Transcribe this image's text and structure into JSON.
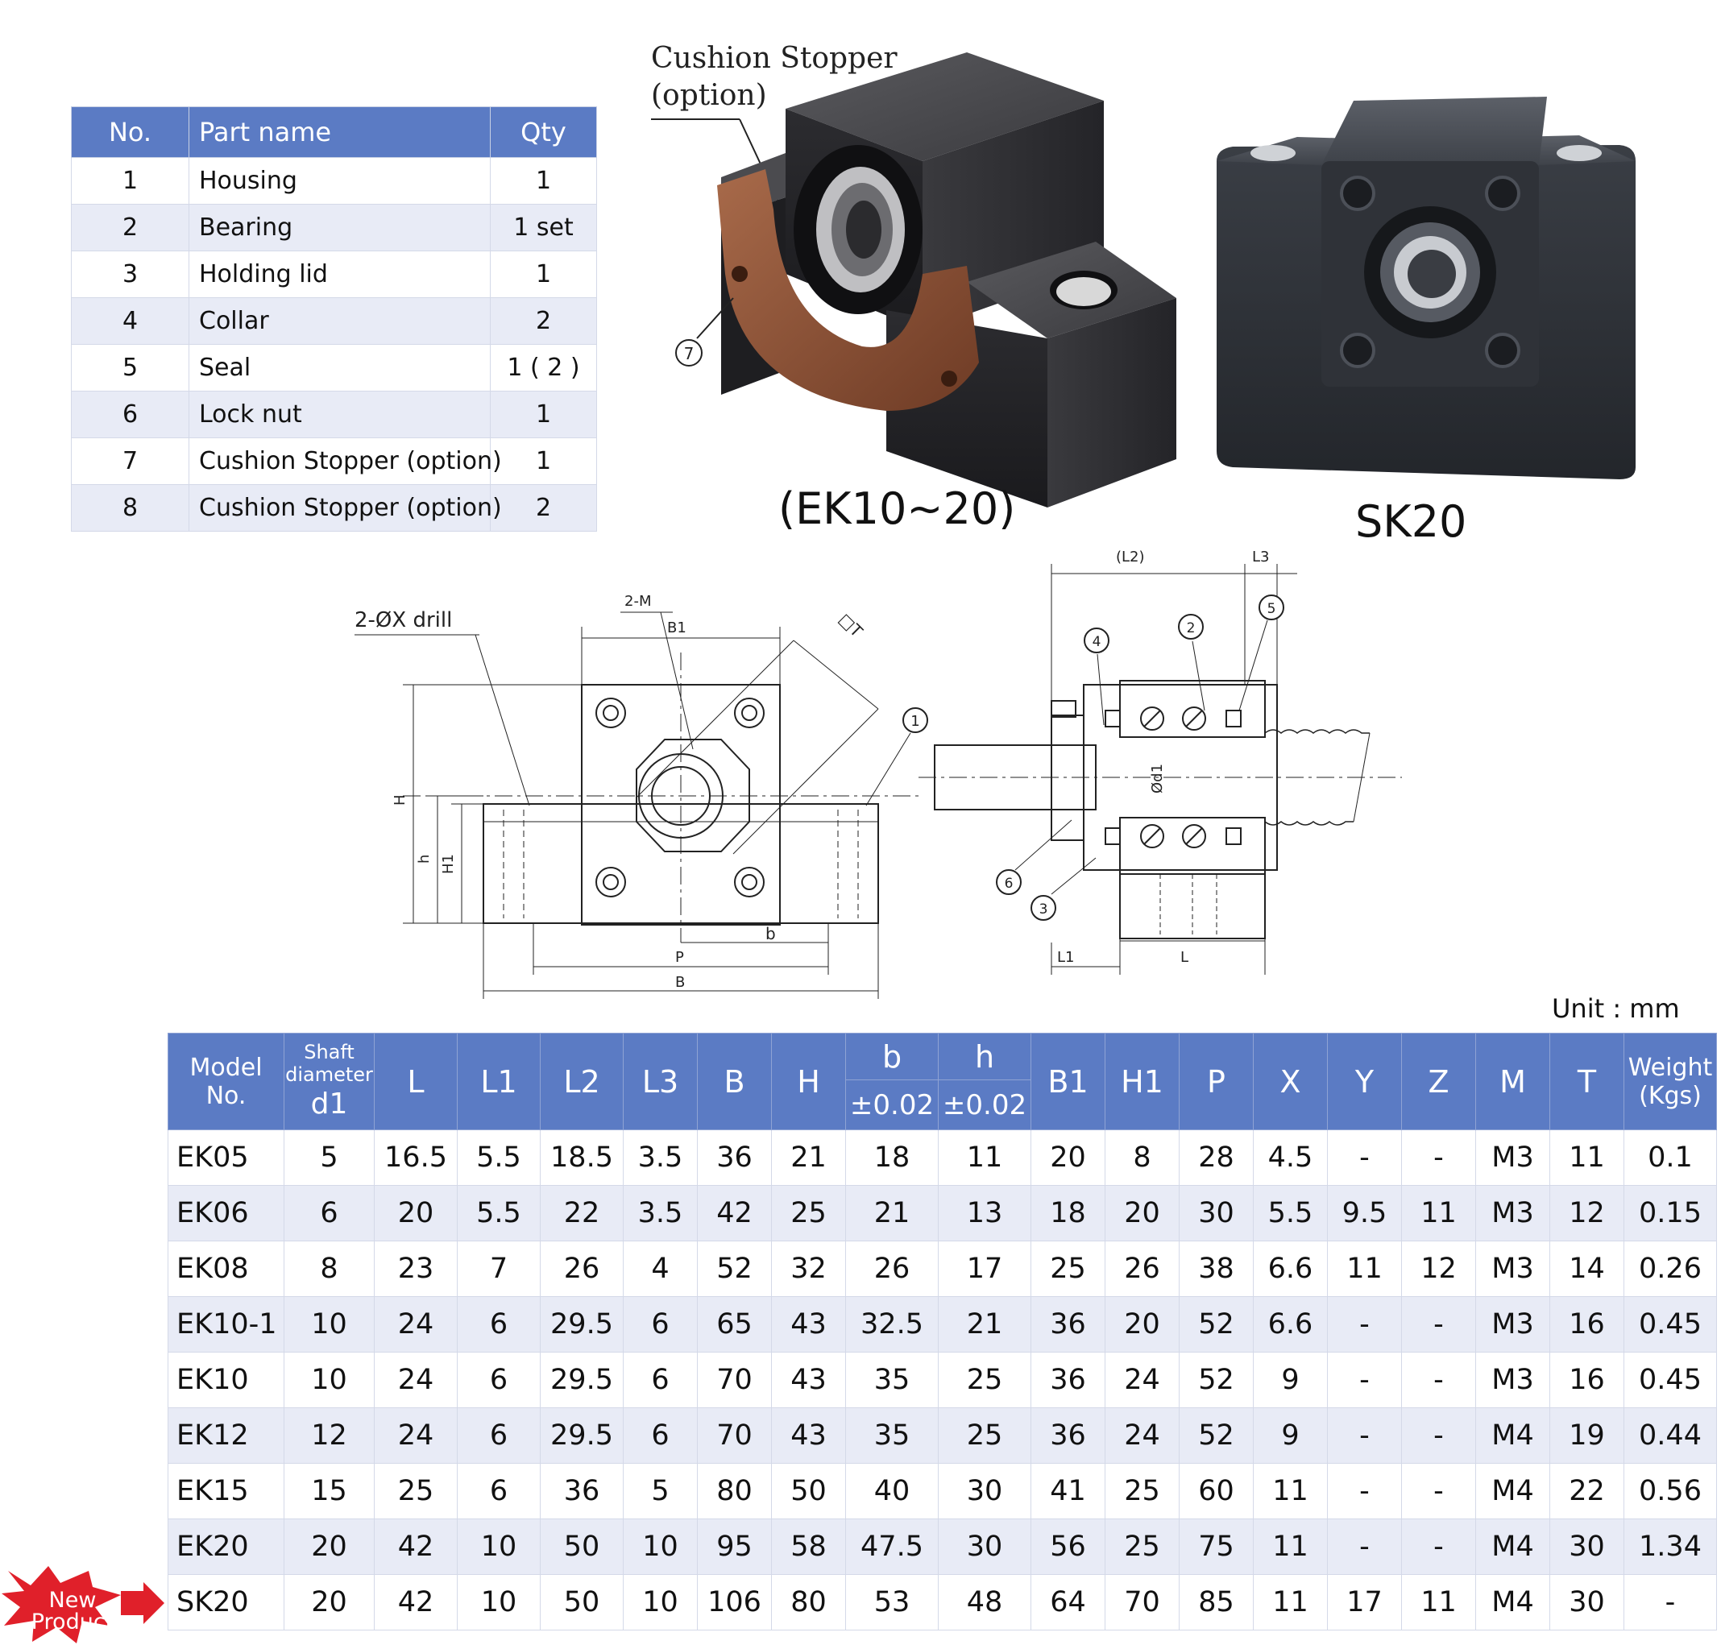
{
  "parts_table": {
    "headers": {
      "no": "No.",
      "part_name": "Part name",
      "qty": "Qty"
    },
    "rows": [
      {
        "no": "1",
        "name": "Housing",
        "qty": "1"
      },
      {
        "no": "2",
        "name": "Bearing",
        "qty": "1 set"
      },
      {
        "no": "3",
        "name": "Holding lid",
        "qty": "1"
      },
      {
        "no": "4",
        "name": "Collar",
        "qty": "2"
      },
      {
        "no": "5",
        "name": "Seal",
        "qty": "1 ( 2 )"
      },
      {
        "no": "6",
        "name": "Lock nut",
        "qty": "1"
      },
      {
        "no": "7",
        "name": "Cushion Stopper (option)",
        "qty": "1"
      },
      {
        "no": "8",
        "name": "Cushion Stopper (option)",
        "qty": "2"
      }
    ]
  },
  "product_images": {
    "ek_callout_line1": "Cushion Stopper",
    "ek_callout_line2": "(option)",
    "ek_callout_number": "7",
    "ek_caption": "(EK10~20)",
    "sk_caption": "SK20"
  },
  "front_drawing": {
    "drill_label": "2-ØX drill",
    "m_label": "2-M",
    "b1": "B1",
    "t": "□T",
    "h_big": "H",
    "h_small": "h",
    "h1": "H1",
    "b_small": "b",
    "p": "P",
    "b_big": "B",
    "callout_1": "1"
  },
  "side_drawing": {
    "l2": "(L2)",
    "l3": "L3",
    "l1": "L1",
    "l": "L",
    "d1": "Ød1",
    "callout_2": "2",
    "callout_3": "3",
    "callout_4": "4",
    "callout_5": "5",
    "callout_6": "6"
  },
  "unit_label": "Unit : mm",
  "spec_table": {
    "headers": {
      "model": "Model No.",
      "shaft_line1": "Shaft",
      "shaft_line2": "diameter",
      "shaft_line3": "d1",
      "L": "L",
      "L1": "L1",
      "L2": "L2",
      "L3": "L3",
      "B": "B",
      "H": "H",
      "b": "b",
      "b_tol": "±0.02",
      "h": "h",
      "h_tol": "±0.02",
      "B1": "B1",
      "H1": "H1",
      "P": "P",
      "X": "X",
      "Y": "Y",
      "Z": "Z",
      "M": "M",
      "T": "T",
      "weight_line1": "Weight",
      "weight_line2": "(Kgs)"
    },
    "rows": [
      [
        "EK05",
        "5",
        "16.5",
        "5.5",
        "18.5",
        "3.5",
        "36",
        "21",
        "18",
        "11",
        "20",
        "8",
        "28",
        "4.5",
        "-",
        "-",
        "M3",
        "11",
        "0.1"
      ],
      [
        "EK06",
        "6",
        "20",
        "5.5",
        "22",
        "3.5",
        "42",
        "25",
        "21",
        "13",
        "18",
        "20",
        "30",
        "5.5",
        "9.5",
        "11",
        "M3",
        "12",
        "0.15"
      ],
      [
        "EK08",
        "8",
        "23",
        "7",
        "26",
        "4",
        "52",
        "32",
        "26",
        "17",
        "25",
        "26",
        "38",
        "6.6",
        "11",
        "12",
        "M3",
        "14",
        "0.26"
      ],
      [
        "EK10-1",
        "10",
        "24",
        "6",
        "29.5",
        "6",
        "65",
        "43",
        "32.5",
        "21",
        "36",
        "20",
        "52",
        "6.6",
        "-",
        "-",
        "M3",
        "16",
        "0.45"
      ],
      [
        "EK10",
        "10",
        "24",
        "6",
        "29.5",
        "6",
        "70",
        "43",
        "35",
        "25",
        "36",
        "24",
        "52",
        "9",
        "-",
        "-",
        "M3",
        "16",
        "0.45"
      ],
      [
        "EK12",
        "12",
        "24",
        "6",
        "29.5",
        "6",
        "70",
        "43",
        "35",
        "25",
        "36",
        "24",
        "52",
        "9",
        "-",
        "-",
        "M4",
        "19",
        "0.44"
      ],
      [
        "EK15",
        "15",
        "25",
        "6",
        "36",
        "5",
        "80",
        "50",
        "40",
        "30",
        "41",
        "25",
        "60",
        "11",
        "-",
        "-",
        "M4",
        "22",
        "0.56"
      ],
      [
        "EK20",
        "20",
        "42",
        "10",
        "50",
        "10",
        "95",
        "58",
        "47.5",
        "30",
        "56",
        "25",
        "75",
        "11",
        "-",
        "-",
        "M4",
        "30",
        "1.34"
      ],
      [
        "SK20",
        "20",
        "42",
        "10",
        "50",
        "10",
        "106",
        "80",
        "53",
        "48",
        "64",
        "70",
        "85",
        "11",
        "17",
        "11",
        "M4",
        "30",
        "-"
      ]
    ]
  },
  "new_badge": {
    "line1": "New",
    "line2": "Product",
    "color": "#e0202a"
  }
}
